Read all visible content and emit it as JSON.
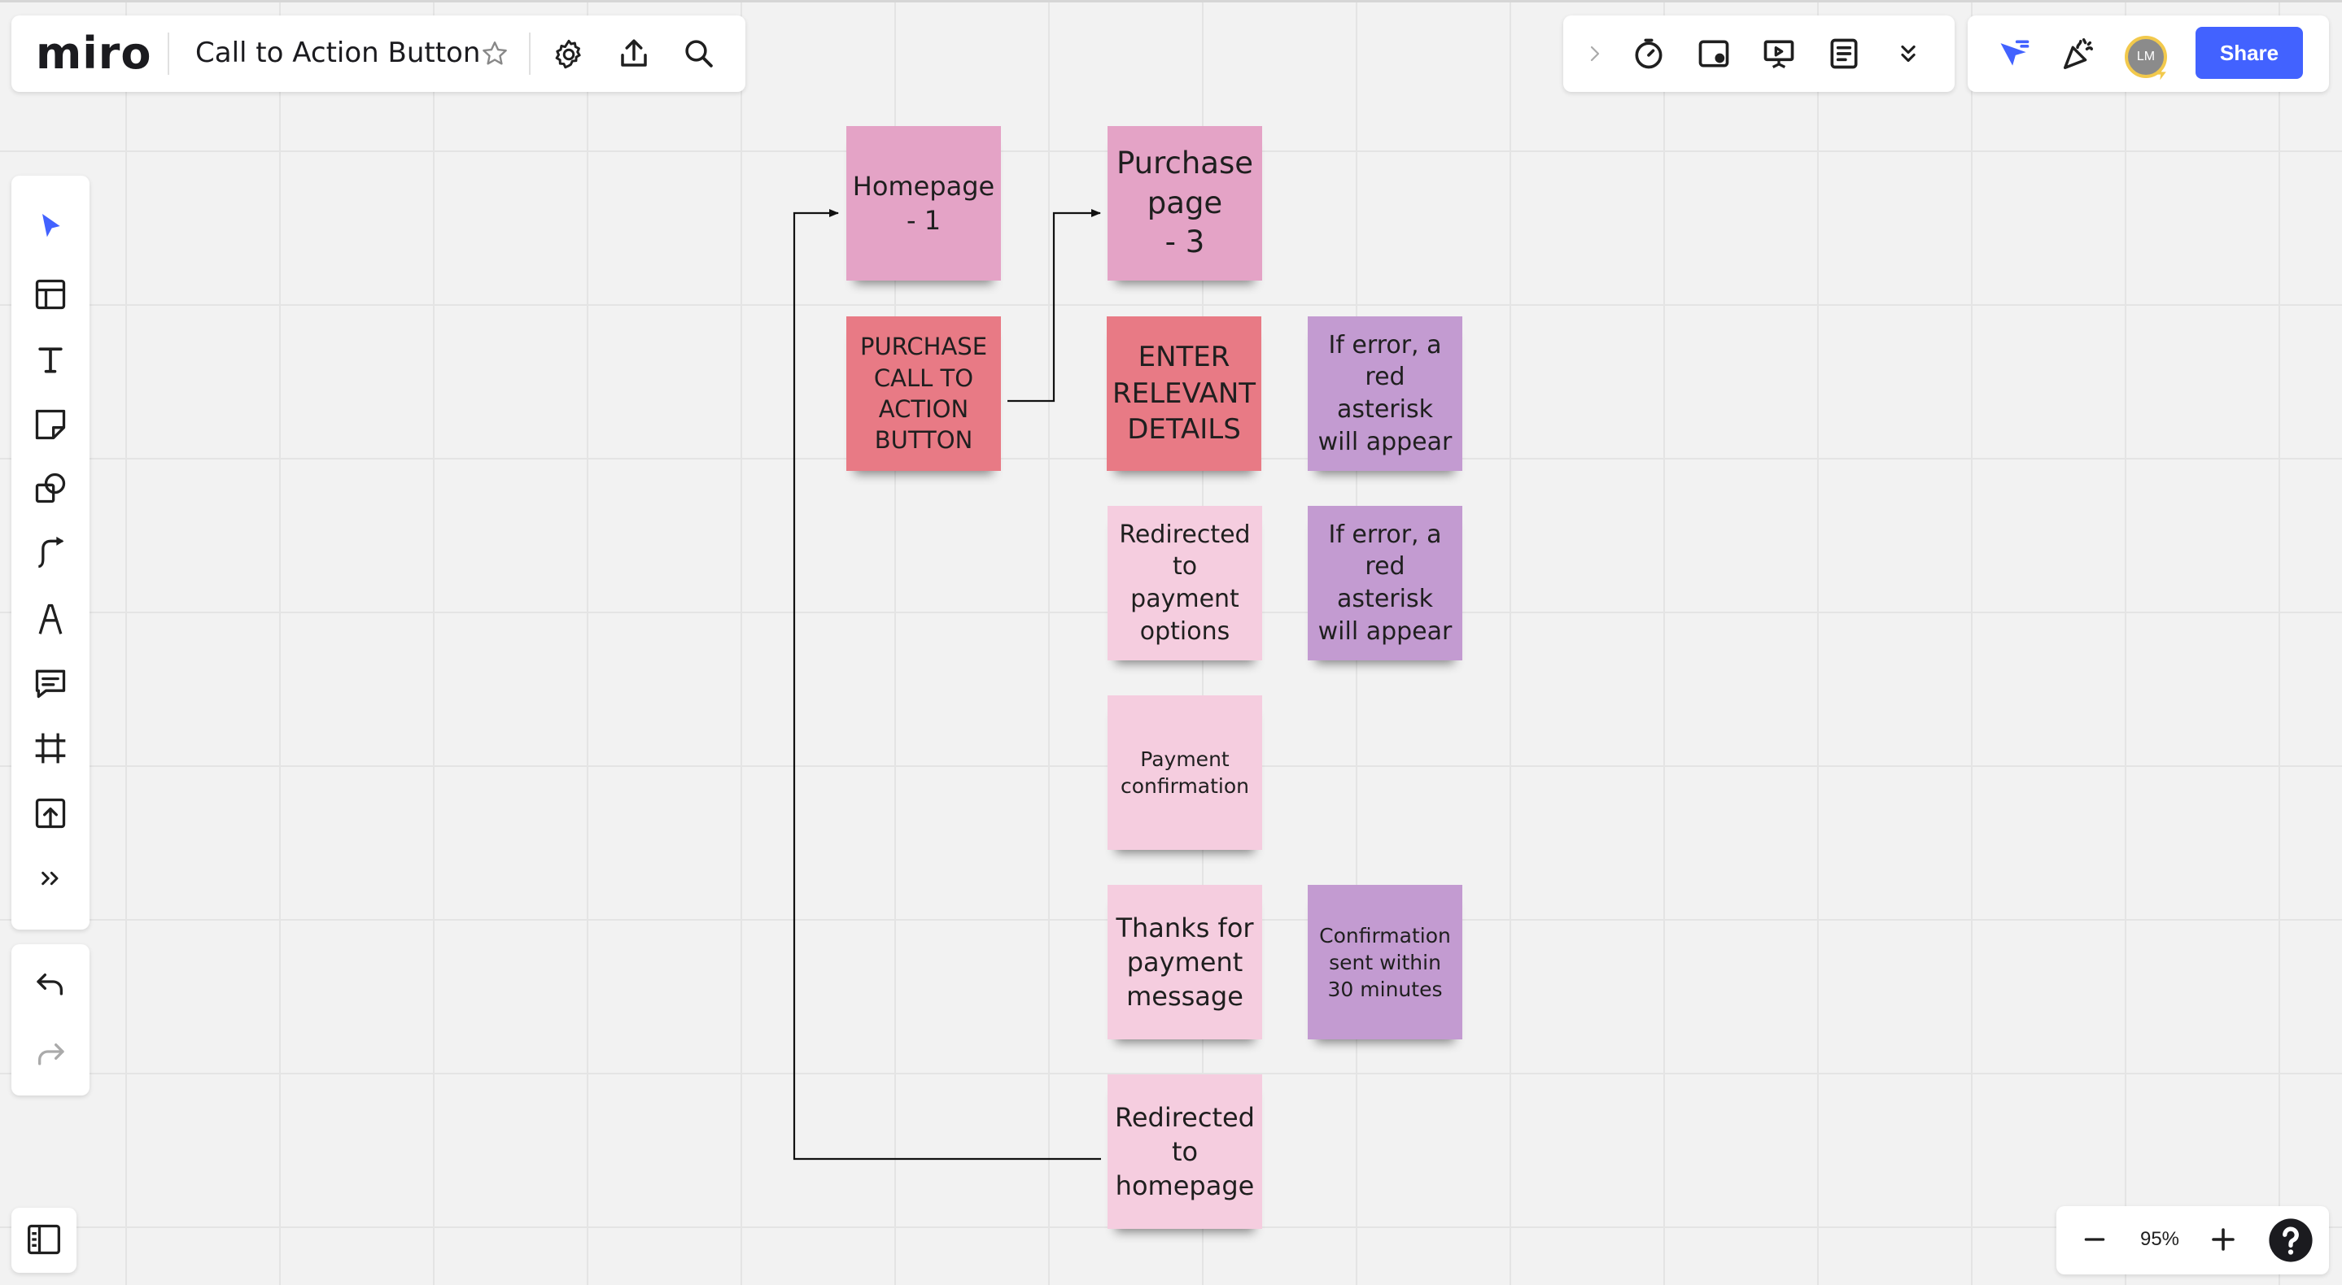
{
  "app": {
    "logo": "miro",
    "board_title": "Call to Action Button"
  },
  "top_right": {
    "share_label": "Share",
    "avatar_initials": "LM"
  },
  "zoom": {
    "level": "95%"
  },
  "colors": {
    "accent": "#4262ff",
    "sticky_pink_light": "#f5cddf",
    "sticky_pink": "#e5a3c6",
    "sticky_red": "#e87a85",
    "sticky_violet": "#c39bd1"
  },
  "left_toolbar": {
    "tools": [
      "select-tool",
      "templates-tool",
      "text-tool",
      "sticky-note-tool",
      "shapes-tool",
      "connection-line-tool",
      "pen-tool",
      "comment-tool",
      "frame-tool",
      "upload-tool",
      "more-tools"
    ],
    "history": [
      "undo",
      "redo"
    ]
  },
  "stickies": {
    "homepage": "Homepage\n- 1",
    "purchase_cta": "PURCHASE\nCALL TO\nACTION\nBUTTON",
    "purchase_page": "Purchase\npage\n- 3",
    "enter_details": "ENTER\nRELEVANT\nDETAILS",
    "error_1": "If error, a\nred asterisk\nwill appear",
    "redirect_payment": "Redirected\nto payment\noptions",
    "error_2": "If error, a\nred asterisk\nwill appear",
    "payment_confirmation": "Payment\nconfirmation",
    "thanks_message": "Thanks for\npayment\nmessage",
    "confirmation_sent": "Confirmation\nsent within\n30 minutes",
    "redirect_homepage": "Redirected\nto\nhomepage"
  }
}
